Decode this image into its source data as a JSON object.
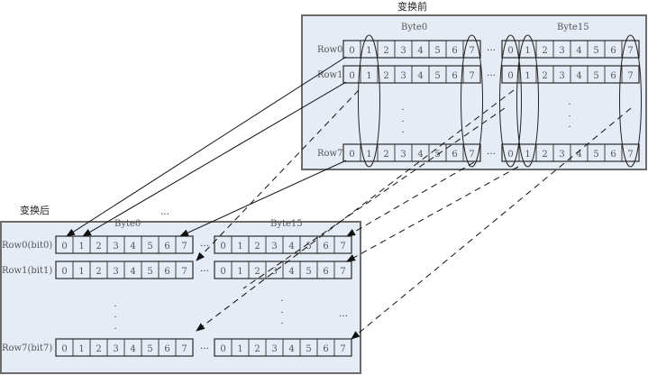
{
  "before": {
    "title": "变换前",
    "byte_labels": [
      "Byte0",
      "Byte15"
    ],
    "rows": [
      {
        "label": "Row0",
        "byte0": [
          "0",
          "1",
          "2",
          "3",
          "4",
          "5",
          "6",
          "7"
        ],
        "byte15": [
          "0",
          "1",
          "2",
          "3",
          "4",
          "5",
          "6",
          "7"
        ]
      },
      {
        "label": "Row1",
        "byte0": [
          "0",
          "1",
          "2",
          "3",
          "4",
          "5",
          "6",
          "7"
        ],
        "byte15": [
          "0",
          "1",
          "2",
          "3",
          "4",
          "5",
          "6",
          "7"
        ]
      },
      {
        "label": "Row7",
        "byte0": [
          "0",
          "1",
          "2",
          "3",
          "4",
          "5",
          "6",
          "7"
        ],
        "byte15": [
          "0",
          "1",
          "2",
          "3",
          "4",
          "5",
          "6",
          "7"
        ]
      }
    ],
    "row_separator": "…",
    "vertical_ellipsis": "·"
  },
  "after": {
    "title": "变换后",
    "top_ellipsis": "…",
    "byte_labels": [
      "Byte0",
      "Byte15"
    ],
    "rows": [
      {
        "label": "Row0(bit0)",
        "byte0": [
          "0",
          "1",
          "2",
          "3",
          "4",
          "5",
          "6",
          "7"
        ],
        "byte15": [
          "0",
          "1",
          "2",
          "3",
          "4",
          "5",
          "6",
          "7"
        ]
      },
      {
        "label": "Row1(bit1)",
        "byte0": [
          "0",
          "1",
          "2",
          "3",
          "4",
          "5",
          "6",
          "7"
        ],
        "byte15": [
          "0",
          "1",
          "2",
          "3",
          "4",
          "5",
          "6",
          "7"
        ]
      },
      {
        "label": "Row7(bit7)",
        "byte0": [
          "0",
          "1",
          "2",
          "3",
          "4",
          "5",
          "6",
          "7"
        ],
        "byte15": [
          "0",
          "1",
          "2",
          "3",
          "4",
          "5",
          "6",
          "7"
        ]
      }
    ],
    "row_separator": "…",
    "side_ellipsis": "…",
    "vertical_ellipsis": "·"
  },
  "colors": {
    "panel_fill": "#e6ecf6",
    "panel_border": "#6b6b6b",
    "line": "#111111"
  }
}
